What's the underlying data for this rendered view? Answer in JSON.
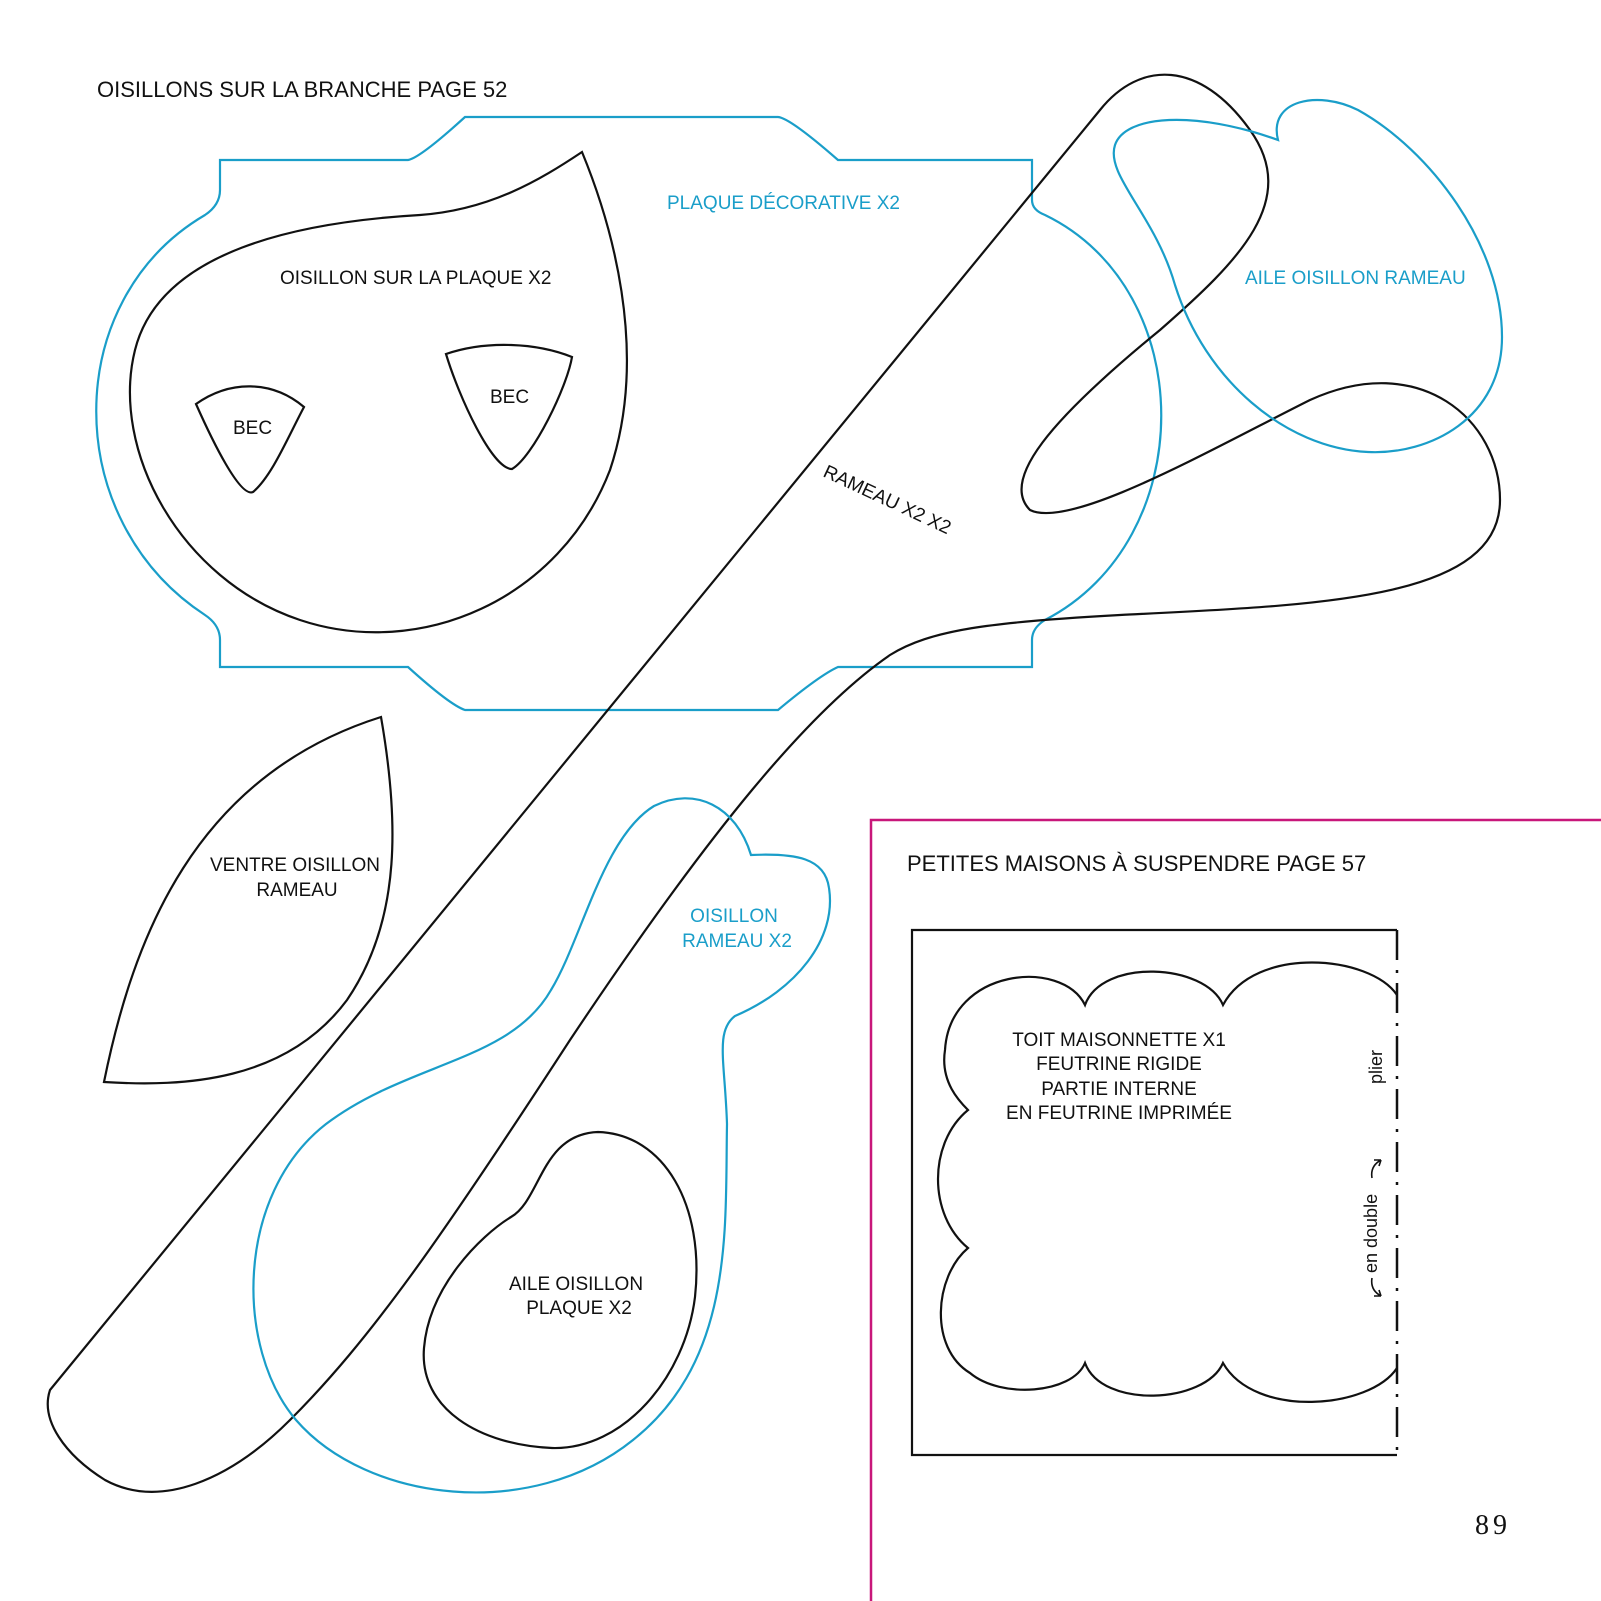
{
  "section1": {
    "title": "OISILLONS SUR LA BRANCHE PAGE 52",
    "plaque_label": "PLAQUE DÉCORATIVE X2",
    "oisillon_plaque_label": "OISILLON SUR LA PLAQUE X2",
    "bec_left": "BEC",
    "bec_right": "BEC",
    "rameau_label": "RAMEAU X2 X2",
    "aile_rameau_label": "AILE OISILLON RAMEAU",
    "ventre_line1": "VENTRE OISILLON",
    "ventre_line2": "RAMEAU",
    "oisillon_rameau_line1": "OISILLON",
    "oisillon_rameau_line2": "RAMEAU X2",
    "aile_plaque_line1": "AILE OISILLON",
    "aile_plaque_line2": "PLAQUE X2"
  },
  "section2": {
    "title": "PETITES MAISONS À SUSPENDRE PAGE 57",
    "toit_lines": [
      "TOIT MAISONNETTE X1",
      "FEUTRINE RIGIDE",
      "PARTIE INTERNE",
      "EN FEUTRINE IMPRIMÉE"
    ],
    "fold_label": "plier",
    "double_label": "en double"
  },
  "page_number": "89",
  "colors": {
    "outline": "#111111",
    "blue": "#1a9ec9",
    "magenta": "#c8177a"
  }
}
